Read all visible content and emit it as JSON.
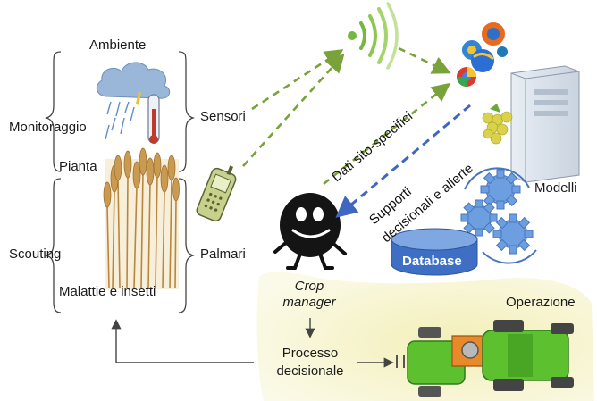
{
  "labels": {
    "ambiente": "Ambiente",
    "monitoraggio": "Monitoraggio",
    "pianta": "Pianta",
    "scouting": "Scouting",
    "malattie": "Malattie e insetti",
    "sensori": "Sensori",
    "palmari": "Palmari",
    "dati": "Dati sito-specifici",
    "supporti_line1": "Supporti",
    "supporti_line2": "decisionali e allerte",
    "modelli": "Modelli",
    "database": "Database",
    "crop_line1": "Crop",
    "crop_line2": "manager",
    "operazione": "Operazione",
    "processo_line1": "Processo",
    "processo_line2": "decisionale"
  },
  "colors": {
    "green_arrow": "#7aa23a",
    "blue_arrow": "#3f67c2",
    "database_blue": "#3f6fc5",
    "gear_blue": "#6d9fe0",
    "highlight": "#f5f2c4",
    "tractor_green": "#5cc02f",
    "tractor_orange": "#e88a2a"
  },
  "icons": [
    "cloud-rain-thermometer-icon",
    "wheat-icon",
    "handheld-phone-icon",
    "wireless-signal-icon",
    "browser-logos-icon",
    "server-icon",
    "grapes-icon",
    "gears-icon",
    "database-icon",
    "crop-manager-character-icon",
    "tractor-icon"
  ]
}
